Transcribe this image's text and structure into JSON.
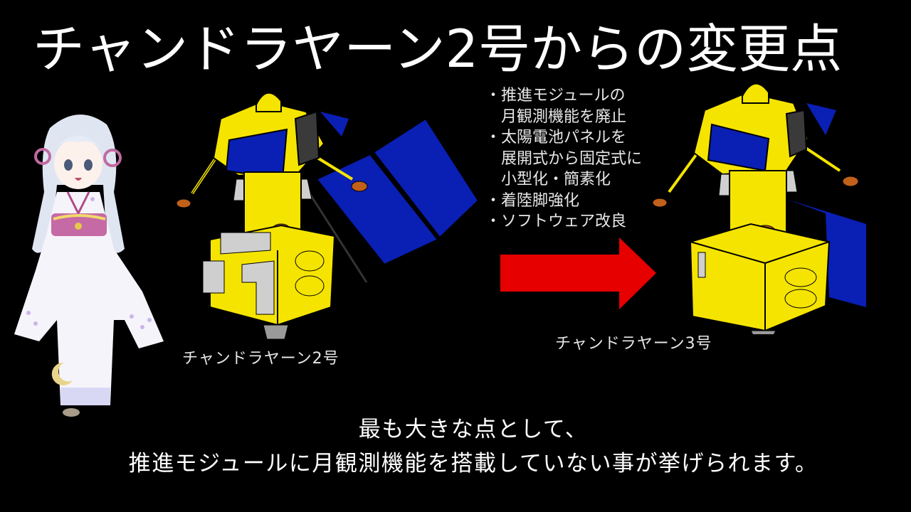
{
  "slide": {
    "title": "チャンドラヤーン2号からの変更点",
    "bullets": [
      {
        "lines": [
          "推進モジュールの",
          "月観測機能を廃止"
        ]
      },
      {
        "lines": [
          "太陽電池パネルを",
          "展開式から固定式に",
          "小型化・簡素化"
        ]
      },
      {
        "lines": [
          "着陸脚強化"
        ]
      },
      {
        "lines": [
          "ソフトウェア改良"
        ]
      }
    ],
    "bullet_marker": "・",
    "illustrations": {
      "left": {
        "caption": "チャンドラヤーン2号",
        "icon": "chandrayaan-2-spacecraft-illustration"
      },
      "right": {
        "caption": "チャンドラヤーン3号",
        "icon": "chandrayaan-3-spacecraft-illustration"
      },
      "arrow": {
        "icon": "right-arrow",
        "color": "#e60000"
      }
    },
    "character": {
      "icon": "kimono-girl-character"
    },
    "subtitle": {
      "line1": "最も大きな点として、",
      "line2": "推進モジュールに月観測機能を搭載していない事が挙げられます。"
    },
    "colors": {
      "background": "#000000",
      "text": "#ffffff",
      "spacecraft_body": "#f5e400",
      "solar_panel": "#0a1fb4",
      "footpad": "#c0601a",
      "arrow": "#e60000"
    }
  }
}
